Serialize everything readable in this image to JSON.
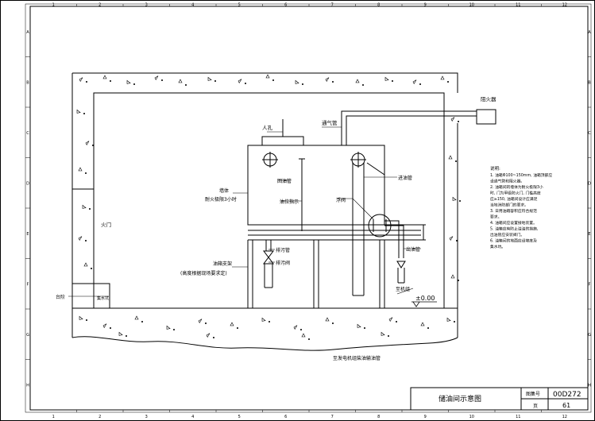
{
  "grid": {
    "columns": [
      "1",
      "2",
      "3",
      "4",
      "5",
      "6",
      "7",
      "8",
      "9",
      "10",
      "11",
      "12"
    ],
    "rows": [
      "A",
      "B",
      "C",
      "D",
      "E",
      "F",
      "G",
      "H"
    ]
  },
  "labels": {
    "fire_detector": "阻火器",
    "manhole": "人孔",
    "vent_pipe": "通气管",
    "return_pipe": "回油管",
    "level_gauge": "油位指示",
    "tank_room_wall": "墙体",
    "wall_spec": "耐火极限3小时",
    "fire_door": "火门",
    "float_valve": "浮阀",
    "inlet_pipe": "进油管",
    "drain_pipe": "排污管",
    "drain_valve": "排污阀",
    "tank_support": "油箱支架",
    "support_note": "(高度根据现场要求定)",
    "outlet_pipe": "出油管",
    "floor_drain": "集水坑",
    "threshold": "台阶",
    "ground_level": "±0.00",
    "generator_floor": "至机组",
    "bottom_caption": "至发电机组柴油输油管"
  },
  "notes": {
    "title": "说明:",
    "lines": [
      "1. 油箱Φ100~150mm, 油箱顶部应",
      "   设通气管和阻火器。",
      "2. 油箱间的墙体为耐火极限3小",
      "   时, 门为甲级防火门, 门槛高度",
      "   应≥150, 油箱间设计应满足",
      "   当地消防部门的要求。",
      "3. 日用油箱容积应符合规范",
      "   要求。",
      "4. 油箱间应设置接地装置。",
      "5. 油箱应有防止溢油的措施,",
      "   出油管应安装阀门。",
      "6. 油箱间的地面应设坡度及",
      "   集水坑。"
    ]
  },
  "title_block": {
    "title": "储油间示意图",
    "atlas_label": "图集号",
    "atlas_number": "00D272",
    "page_label": "页",
    "page_number": "61"
  }
}
